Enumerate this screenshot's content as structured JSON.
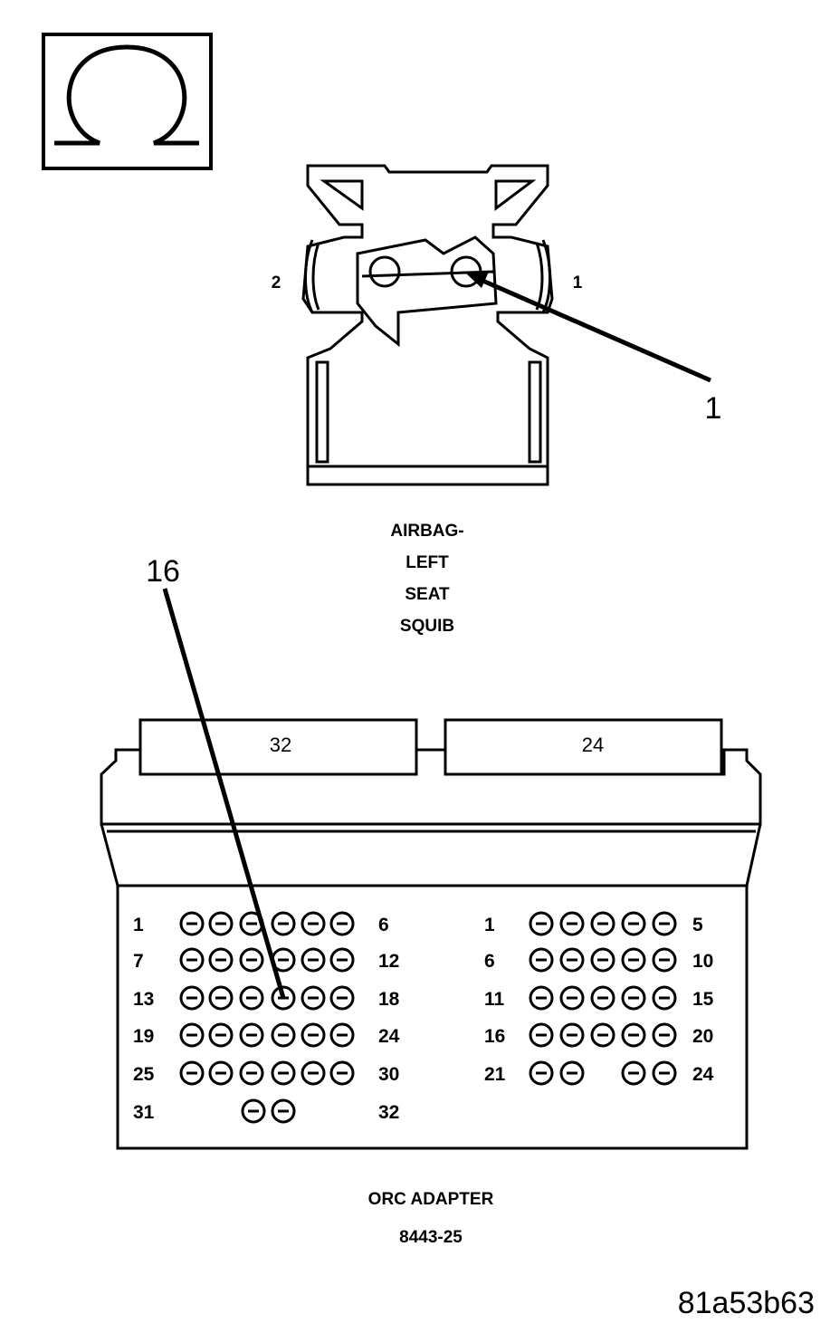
{
  "ohm_symbol": "Ω",
  "airbag_connector": {
    "pin_left": "2",
    "pin_right": "1",
    "callout": "1",
    "title_lines": [
      "AIRBAG-",
      "LEFT",
      "SEAT",
      "SQUIB"
    ]
  },
  "orc_adapter": {
    "left_tab": "32",
    "right_tab": "24",
    "callout": "16",
    "left_rows": [
      {
        "start": "1",
        "end": "6"
      },
      {
        "start": "7",
        "end": "12"
      },
      {
        "start": "13",
        "end": "18"
      },
      {
        "start": "19",
        "end": "24"
      },
      {
        "start": "25",
        "end": "30"
      },
      {
        "start": "31",
        "end": "32"
      }
    ],
    "right_rows": [
      {
        "start": "1",
        "end": "5"
      },
      {
        "start": "6",
        "end": "10"
      },
      {
        "start": "11",
        "end": "15"
      },
      {
        "start": "16",
        "end": "20"
      },
      {
        "start": "21",
        "end": "24"
      }
    ],
    "title_lines": [
      "ORC ADAPTER",
      "8443-25"
    ]
  },
  "figure_id": "81a53b63"
}
